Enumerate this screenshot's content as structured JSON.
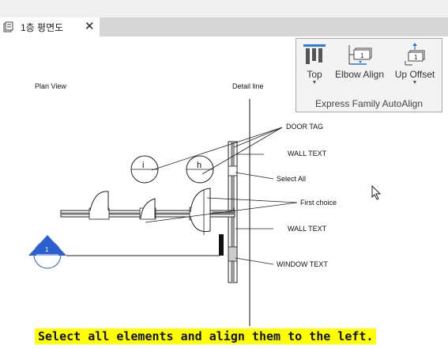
{
  "tab": {
    "label": "1층 평면도",
    "close_glyph": "✕",
    "icon": "floor-plan-icon"
  },
  "toolbar": {
    "tools": [
      {
        "label": "Top",
        "icon": "top-align-icon"
      },
      {
        "label": "Elbow Align",
        "icon": "elbow-align-icon"
      },
      {
        "label": "Up Offset",
        "icon": "up-offset-icon"
      }
    ],
    "group_label": "Express Family AutoAlign",
    "accent": "#2b7bd6"
  },
  "drawing": {
    "plan_view": "Plan View",
    "detail_line": "Detail line",
    "door_tag": "DOOR TAG",
    "wall_text_1": "WALL TEXT",
    "select_all": "Select All",
    "first_choice": "First choice",
    "wall_text_2": "WALL TEXT",
    "window_text": "WINDOW TEXT",
    "tag_i": "i",
    "tag_h": "h",
    "elev_marker": "1"
  },
  "caption": {
    "text": "Select all elements and align them to the left."
  }
}
